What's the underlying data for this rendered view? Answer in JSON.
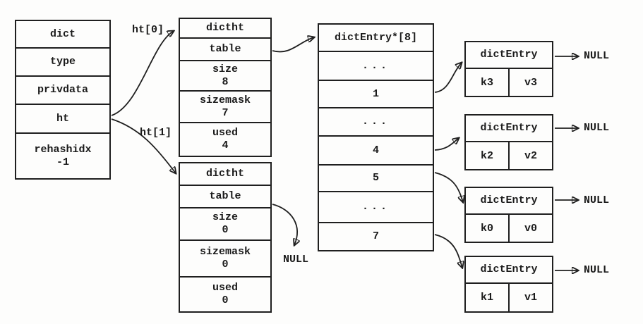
{
  "diagram": {
    "dict": {
      "rows": [
        {
          "label": "dict"
        },
        {
          "label": "type"
        },
        {
          "label": "privdata"
        },
        {
          "label": "ht"
        },
        {
          "label": "rehashidx",
          "value": "-1"
        }
      ]
    },
    "pointer_labels": {
      "ht0": "ht[0]",
      "ht1": "ht[1]"
    },
    "dictht0": {
      "rows": [
        {
          "label": "dictht"
        },
        {
          "label": "table"
        },
        {
          "label": "size",
          "value": "8"
        },
        {
          "label": "sizemask",
          "value": "7"
        },
        {
          "label": "used",
          "value": "4"
        }
      ]
    },
    "dictht1": {
      "rows": [
        {
          "label": "dictht"
        },
        {
          "label": "table"
        },
        {
          "label": "size",
          "value": "0"
        },
        {
          "label": "sizemask",
          "value": "0"
        },
        {
          "label": "used",
          "value": "0"
        }
      ],
      "table_target": "NULL"
    },
    "bucket_array": {
      "header": "dictEntry*[8]",
      "rows": [
        "...",
        "1",
        "...",
        "4",
        "5",
        "...",
        "7"
      ]
    },
    "entries": [
      {
        "header": "dictEntry",
        "key": "k3",
        "value": "v3",
        "next": "NULL"
      },
      {
        "header": "dictEntry",
        "key": "k2",
        "value": "v2",
        "next": "NULL"
      },
      {
        "header": "dictEntry",
        "key": "k0",
        "value": "v0",
        "next": "NULL"
      },
      {
        "header": "dictEntry",
        "key": "k1",
        "value": "v1",
        "next": "NULL"
      }
    ],
    "colors": {
      "line": "#1f1f1f",
      "background": "#fdfdfc"
    }
  }
}
